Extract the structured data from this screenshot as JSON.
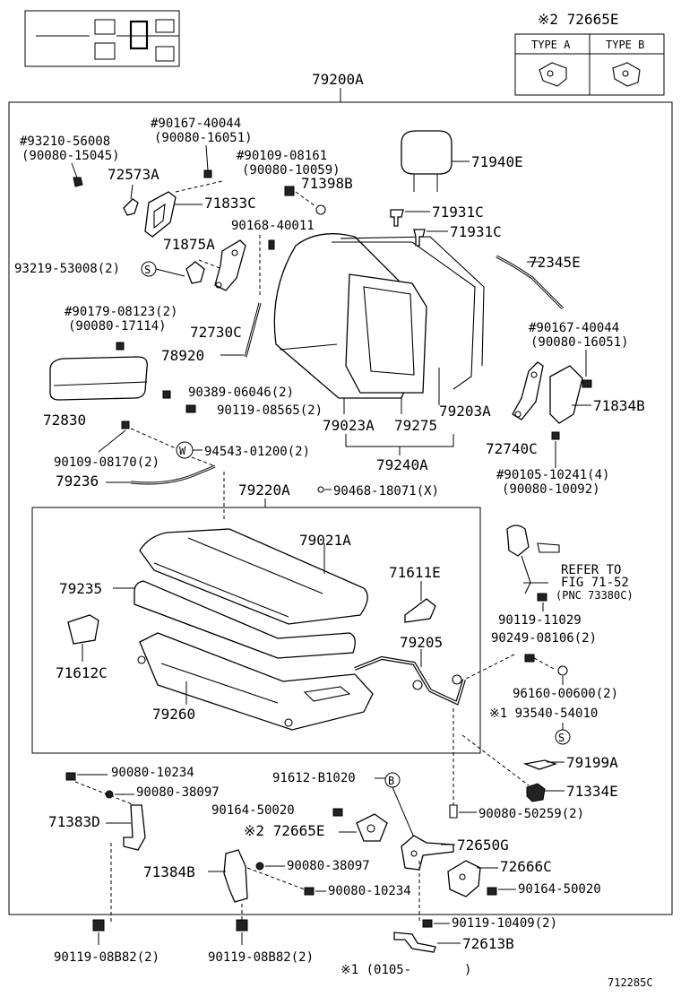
{
  "header": {
    "type_ref": "※2 72665E",
    "type_a": "TYPE A",
    "type_b": "TYPE B",
    "main_assembly": "79200A"
  },
  "labels": {
    "p93210": "#93210-56008",
    "p90080_15045": "(90080-15045)",
    "p90167_40044_top": "#90167-40044",
    "p90080_16051_top": "(90080-16051)",
    "p72573A": "72573A",
    "p90109_08161": "#90109-08161",
    "p90080_10059": "(90080-10059)",
    "p71398B": "71398B",
    "p71940E": "71940E",
    "p71833C": "71833C",
    "p71931C_a": "71931C",
    "p71931C_b": "71931C",
    "p90168": "90168-40011",
    "p71875A": "71875A",
    "p93219": "93219-53008(2)",
    "p72345E": "72345E",
    "p90179": "#90179-08123(2)",
    "p90080_17114": "(90080-17114)",
    "p72730C": "72730C",
    "p90167_40044_r": "#90167-40044",
    "p90080_16051_r": "(90080-16051)",
    "p78920": "78920",
    "p90389": "90389-06046(2)",
    "p90119_08565": "90119-08565(2)",
    "p71834B": "71834B",
    "p72830": "72830",
    "p79023A": "79023A",
    "p79275": "79275",
    "p79203A": "79203A",
    "p72740C": "72740C",
    "p90109_08170": "90109-08170(2)",
    "p94543": "94543-01200(2)",
    "p79240A": "79240A",
    "p90105": "#90105-10241(4)",
    "p90080_10092": "(90080-10092)",
    "p79236": "79236",
    "p79220A": "79220A",
    "p90468": "90468-18071(X)",
    "p79021A": "79021A",
    "p71611E": "71611E",
    "p79235": "79235",
    "p71612C": "71612C",
    "p79205": "79205",
    "p79260": "79260",
    "refer1": "REFER TO",
    "refer2": "FIG 71-52",
    "refer3": "(PNC 73380C)",
    "p90119_11029": "90119-11029",
    "p90249": "90249-08106(2)",
    "p96160": "96160-00600(2)",
    "p93540": "※1 93540-54010",
    "p79199A": "79199A",
    "p71334E": "71334E",
    "p90080_10234_a": "90080-10234",
    "p90080_38097_a": "90080-38097",
    "p71383D": "71383D",
    "p91612": "91612-B1020",
    "p90164_a": "90164-50020",
    "p72665E": "※2 72665E",
    "p90080_50259": "90080-50259(2)",
    "p72650G": "72650G",
    "p71384B": "71384B",
    "p90080_38097_b": "90080-38097",
    "p72666C": "72666C",
    "p90080_10234_b": "90080-10234",
    "p90164_b": "90164-50020",
    "p90119_08B82_a": "90119-08B82(2)",
    "p90119_08B82_b": "90119-08B82(2)",
    "p90119_10409": "90119-10409(2)",
    "p72613B": "72613B",
    "note1": "※1 (0105-",
    "note1_end": ")",
    "code": "712285C"
  },
  "callout_letters": {
    "s1": "S",
    "w": "W",
    "s2": "S",
    "b": "B"
  }
}
